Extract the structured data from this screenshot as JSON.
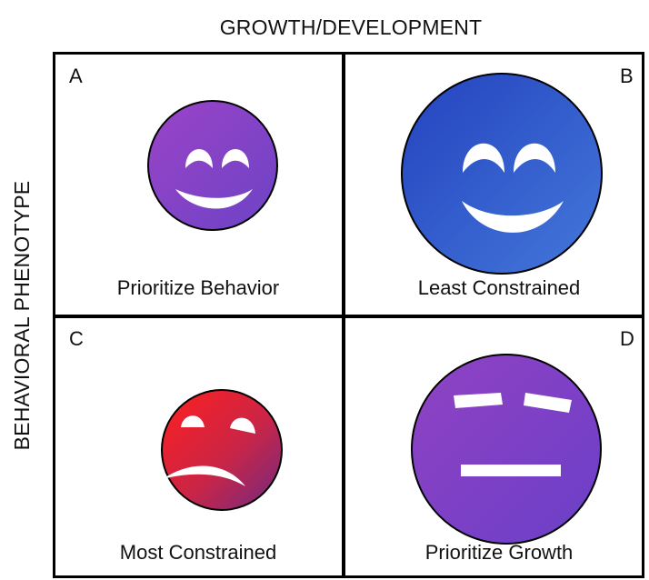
{
  "axes": {
    "top_label": "GROWTH/DEVELOPMENT",
    "left_label": "BEHAVIORAL PHENOTYPE"
  },
  "quadrants": [
    {
      "letter": "A",
      "caption": "Prioritize Behavior",
      "face": "happy",
      "colors": [
        "#8f3fbe",
        "#6f43c4"
      ]
    },
    {
      "letter": "B",
      "caption": "Least Constrained",
      "face": "very-happy",
      "colors": [
        "#2446c7",
        "#3e6ad6"
      ]
    },
    {
      "letter": "C",
      "caption": "Most Constrained",
      "face": "sad",
      "colors": [
        "#ff1f1f",
        "#7b287b"
      ]
    },
    {
      "letter": "D",
      "caption": "Prioritize Growth",
      "face": "neutral",
      "colors": [
        "#8a40c0",
        "#6d3ec8"
      ]
    }
  ]
}
